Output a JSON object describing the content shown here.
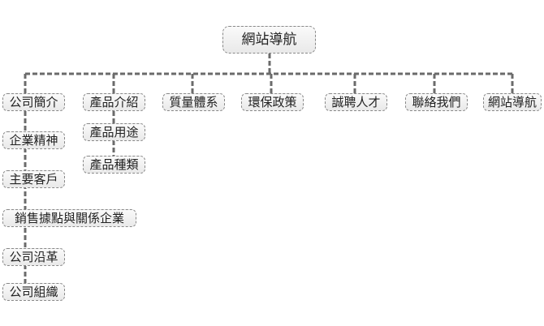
{
  "root": {
    "label": "網站導航"
  },
  "categories": [
    {
      "label": "公司簡介",
      "children": [
        "企業精神",
        "主要客戶",
        "銷售據點與關係企業",
        "公司沿革",
        "公司組織"
      ]
    },
    {
      "label": "產品介紹",
      "children": [
        "產品用途",
        "產品種類"
      ]
    },
    {
      "label": "質量體系",
      "children": []
    },
    {
      "label": "環保政策",
      "children": []
    },
    {
      "label": "誠聘人才",
      "children": []
    },
    {
      "label": "聯絡我們",
      "children": []
    },
    {
      "label": "網站導航",
      "children": []
    }
  ]
}
